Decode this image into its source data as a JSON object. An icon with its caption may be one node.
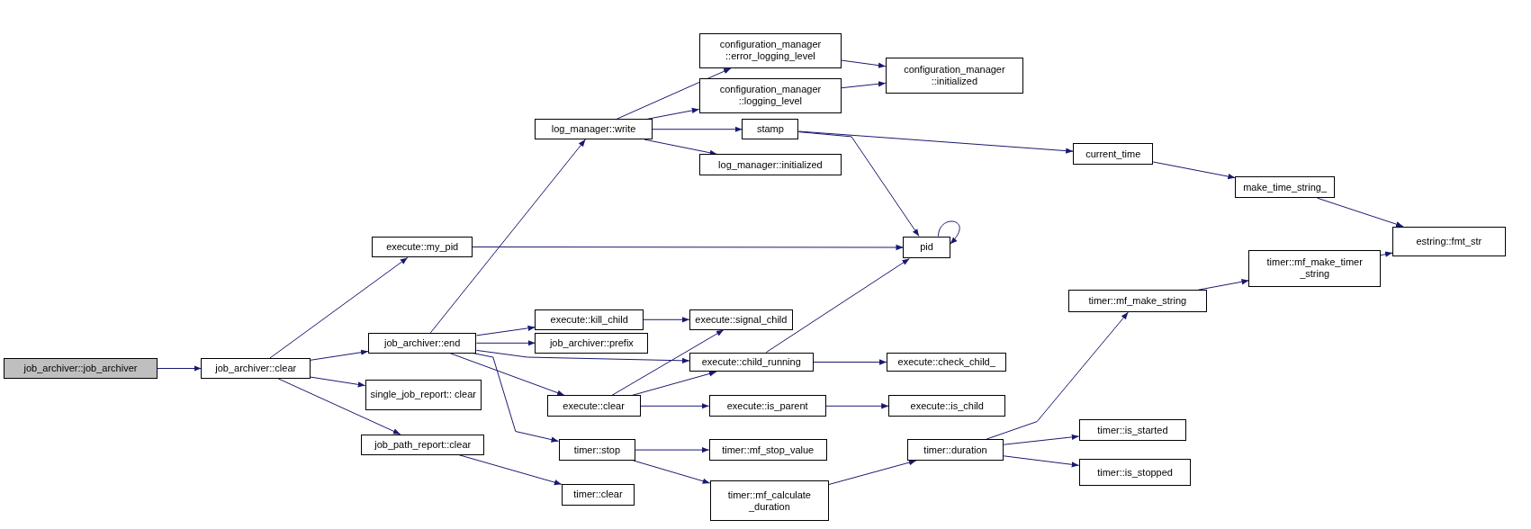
{
  "diagram": {
    "nodes": [
      {
        "text": [
          "job_archiver::job_archiver"
        ]
      },
      {
        "text": [
          "job_archiver::clear"
        ]
      },
      {
        "text": [
          "execute::my_pid"
        ]
      },
      {
        "text": [
          "job_archiver::end"
        ]
      },
      {
        "text": [
          "single_job_report:: clear"
        ]
      },
      {
        "text": [
          "job_path_report::clear"
        ]
      },
      {
        "text": [
          "log_manager::write"
        ]
      },
      {
        "text": [
          "execute::kill_child"
        ]
      },
      {
        "text": [
          "job_archiver::prefix"
        ]
      },
      {
        "text": [
          "execute::clear"
        ]
      },
      {
        "text": [
          "timer::stop"
        ]
      },
      {
        "text": [
          "timer::clear"
        ]
      },
      {
        "text": [
          "configuration_manager ::error_logging_level"
        ]
      },
      {
        "text": [
          "configuration_manager ::logging_level"
        ]
      },
      {
        "text": [
          "stamp"
        ]
      },
      {
        "text": [
          "log_manager::initialized"
        ]
      },
      {
        "text": [
          "execute::signal_child"
        ]
      },
      {
        "text": [
          "execute::child_running"
        ]
      },
      {
        "text": [
          "execute::is_parent"
        ]
      },
      {
        "text": [
          "timer::mf_stop_value"
        ]
      },
      {
        "text": [
          "timer::mf_calculate _duration"
        ]
      },
      {
        "text": [
          "configuration_manager ::initialized"
        ]
      },
      {
        "text": [
          "pid"
        ]
      },
      {
        "text": [
          "execute::check_child_"
        ]
      },
      {
        "text": [
          "execute::is_child"
        ]
      },
      {
        "text": [
          "current_time"
        ]
      },
      {
        "text": [
          "timer::duration"
        ]
      },
      {
        "text": [
          "make_time_string_"
        ]
      },
      {
        "text": [
          "timer::mf_make_string"
        ]
      },
      {
        "text": [
          "timer::mf_make_timer _string"
        ]
      },
      {
        "text": [
          "timer::is_started"
        ]
      },
      {
        "text": [
          "timer::is_stopped"
        ]
      },
      {
        "text": [
          "estring::fmt_str"
        ]
      }
    ],
    "edges": [
      {
        "from": 0,
        "to": 1,
        "arrow": "to"
      },
      {
        "from": 1,
        "to": 2,
        "arrow": "to"
      },
      {
        "from": 1,
        "to": 3,
        "arrow": "to"
      },
      {
        "from": 1,
        "to": 4,
        "arrow": "to"
      },
      {
        "from": 1,
        "to": 5,
        "arrow": "to"
      },
      {
        "from": 2,
        "to": 22,
        "arrow": "to"
      },
      {
        "from": 3,
        "to": 6,
        "arrow": "to"
      },
      {
        "from": 3,
        "to": 7,
        "arrow": "to"
      },
      {
        "from": 3,
        "to": 8,
        "arrow": "to"
      },
      {
        "from": 3,
        "to": 17,
        "arrow": "to"
      },
      {
        "from": 3,
        "to": 9,
        "arrow": "to"
      },
      {
        "from": 3,
        "to": 10,
        "arrow": "to"
      },
      {
        "from": 5,
        "to": 11,
        "arrow": "to"
      },
      {
        "from": 6,
        "to": 12,
        "arrow": "to"
      },
      {
        "from": 6,
        "to": 13,
        "arrow": "to"
      },
      {
        "from": 6,
        "to": 14,
        "arrow": "to"
      },
      {
        "from": 6,
        "to": 15,
        "arrow": "to"
      },
      {
        "from": 12,
        "to": 21,
        "arrow": "to"
      },
      {
        "from": 13,
        "to": 21,
        "arrow": "to"
      },
      {
        "from": 14,
        "to": 25,
        "arrow": "to"
      },
      {
        "from": 14,
        "to": 22,
        "arrow": "to"
      },
      {
        "from": 7,
        "to": 16,
        "arrow": "to"
      },
      {
        "from": 17,
        "to": 23,
        "arrow": "to"
      },
      {
        "from": 17,
        "to": 22,
        "arrow": "to"
      },
      {
        "from": 9,
        "to": 16,
        "arrow": "to"
      },
      {
        "from": 9,
        "to": 17,
        "arrow": "to"
      },
      {
        "from": 9,
        "to": 18,
        "arrow": "to"
      },
      {
        "from": 18,
        "to": 24,
        "arrow": "to"
      },
      {
        "from": 10,
        "to": 19,
        "arrow": "to"
      },
      {
        "from": 10,
        "to": 20,
        "arrow": "to"
      },
      {
        "from": 20,
        "to": 26,
        "arrow": "to"
      },
      {
        "from": 26,
        "to": 28,
        "arrow": "to"
      },
      {
        "from": 26,
        "to": 30,
        "arrow": "to"
      },
      {
        "from": 26,
        "to": 31,
        "arrow": "to"
      },
      {
        "from": 28,
        "to": 29,
        "arrow": "to"
      },
      {
        "from": 29,
        "to": 32,
        "arrow": "to"
      },
      {
        "from": 25,
        "to": 27,
        "arrow": "to"
      },
      {
        "from": 27,
        "to": 32,
        "arrow": "to"
      },
      {
        "from": 22,
        "to": 22,
        "arrow": "to"
      }
    ]
  }
}
